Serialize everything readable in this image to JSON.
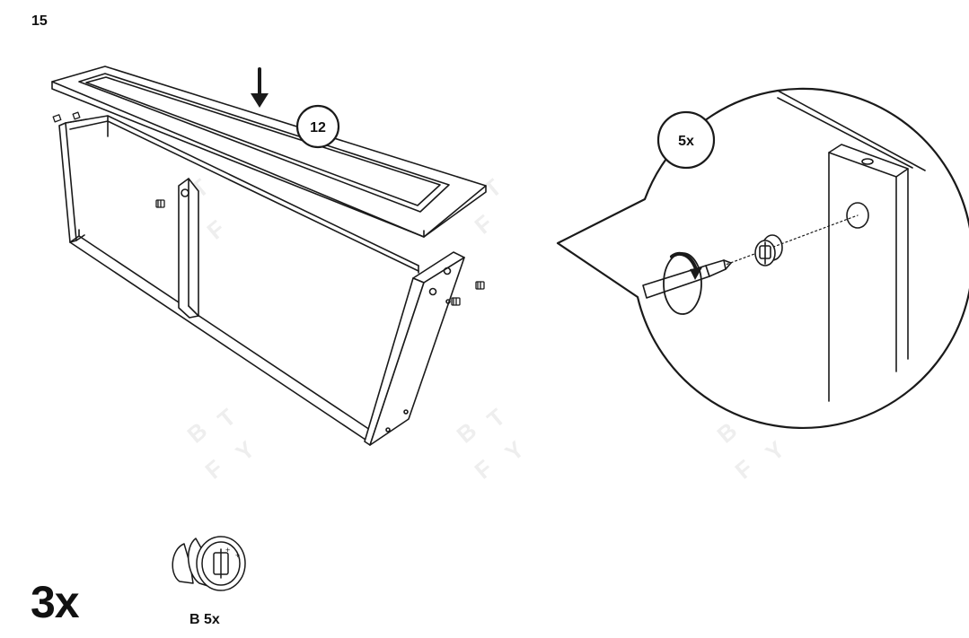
{
  "page_number": "15",
  "repeat_count": "3x",
  "step_callout": "12",
  "detail_callout": "5x",
  "part": {
    "label": "B 5x",
    "icon": "cam-lock-fitting-icon"
  },
  "watermark": [
    "B",
    "T",
    "F",
    "Y"
  ],
  "colors": {
    "line": "#1a1a1a",
    "background": "#ffffff",
    "watermark": "#eeeeee"
  }
}
